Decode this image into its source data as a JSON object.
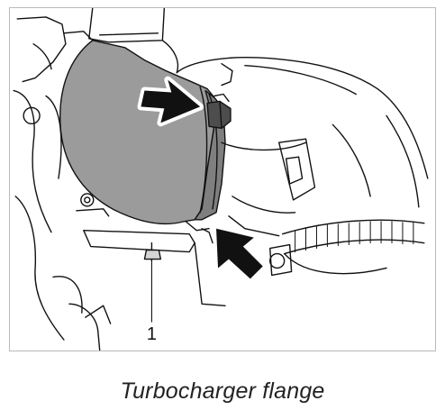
{
  "diagram": {
    "callouts": [
      {
        "id": "callout-1",
        "label": "1"
      }
    ],
    "caption": "Turbocharger flange"
  },
  "colors": {
    "line": "#111111",
    "housing_fill": "#9b9b9b",
    "nut_fill": "#4d4d4d",
    "arrow_fill": "#111111",
    "background": "#ffffff"
  }
}
